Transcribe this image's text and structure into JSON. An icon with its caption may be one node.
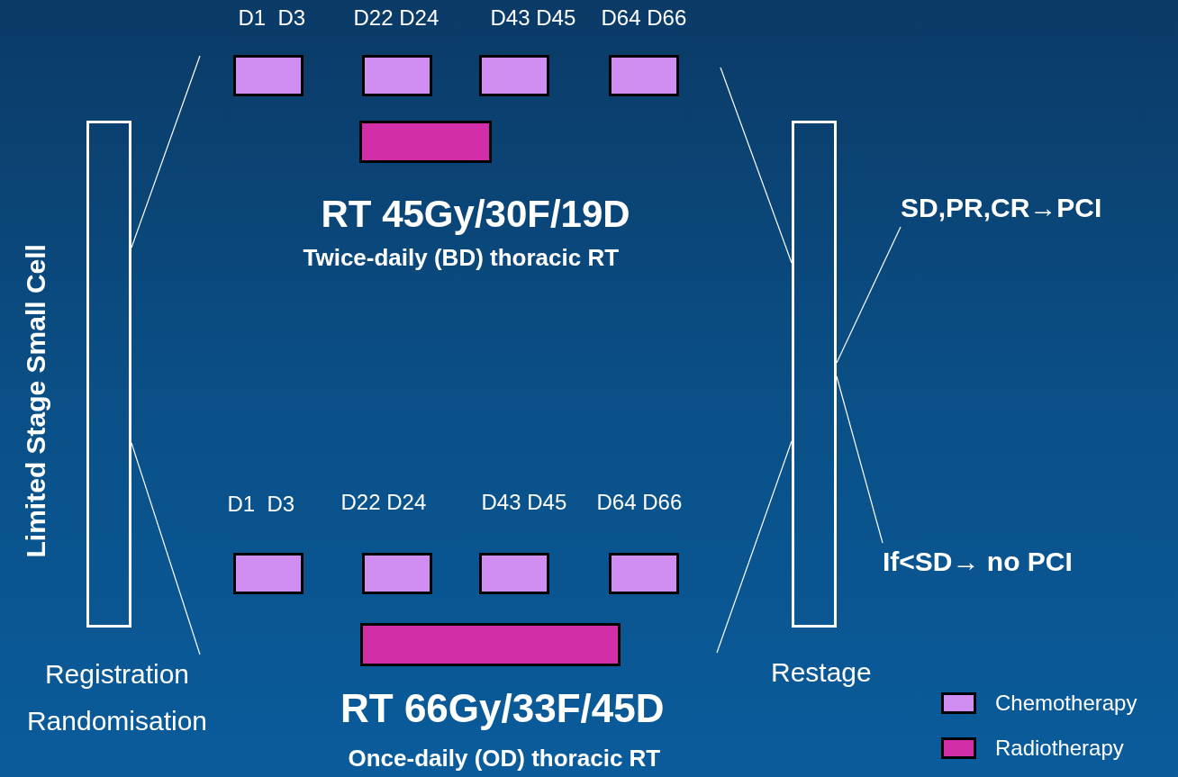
{
  "diagram": {
    "nodes": [
      {
        "text": [],
        "shape": "bar",
        "beside": [
          "Limited Stage Small Cell",
          "Registration Randomisation"
        ]
      },
      {
        "text": [],
        "shape": "box",
        "beside": [
          "D1  D3"
        ]
      },
      {
        "text": [],
        "shape": "box",
        "beside": [
          "D22 D24"
        ]
      },
      {
        "text": [],
        "shape": "box",
        "beside": [
          "D43 D45"
        ]
      },
      {
        "text": [],
        "shape": "box",
        "beside": [
          "D64 D66"
        ]
      },
      {
        "text": [],
        "shape": "box",
        "beside": [
          "RT 45Gy/30F/19D",
          "Twice-daily (BD) thoracic RT"
        ]
      },
      {
        "text": [],
        "shape": "box",
        "beside": [
          "D1  D3"
        ]
      },
      {
        "text": [],
        "shape": "box",
        "beside": [
          "D22 D24"
        ]
      },
      {
        "text": [],
        "shape": "box",
        "beside": [
          "D43 D45"
        ]
      },
      {
        "text": [],
        "shape": "box",
        "beside": [
          "D64 D66"
        ]
      },
      {
        "text": [],
        "shape": "box",
        "beside": [
          "RT 66Gy/33F/45D",
          "Once-daily (OD) thoracic RT"
        ]
      },
      {
        "text": [],
        "shape": "bar",
        "beside": [
          "Restage"
        ]
      },
      {
        "text": [
          "SD,PR,CR→PCI"
        ]
      },
      {
        "text": [
          "If<SD→ no PCI"
        ]
      }
    ],
    "edges": [
      {
        "from": 0,
        "to": null,
        "arrow": "none"
      },
      {
        "from": 0,
        "to": null,
        "arrow": "none"
      },
      {
        "from": null,
        "to": 11,
        "arrow": "none"
      },
      {
        "from": null,
        "to": 11,
        "arrow": "none"
      },
      {
        "from": 11,
        "to": 12,
        "arrow": "none"
      },
      {
        "from": 11,
        "to": 13,
        "arrow": "none"
      }
    ],
    "legend": [
      {
        "text": "Chemotherapy",
        "color": "#d08ef2"
      },
      {
        "text": "Radiotherapy",
        "color": "#d22ea8"
      }
    ]
  }
}
